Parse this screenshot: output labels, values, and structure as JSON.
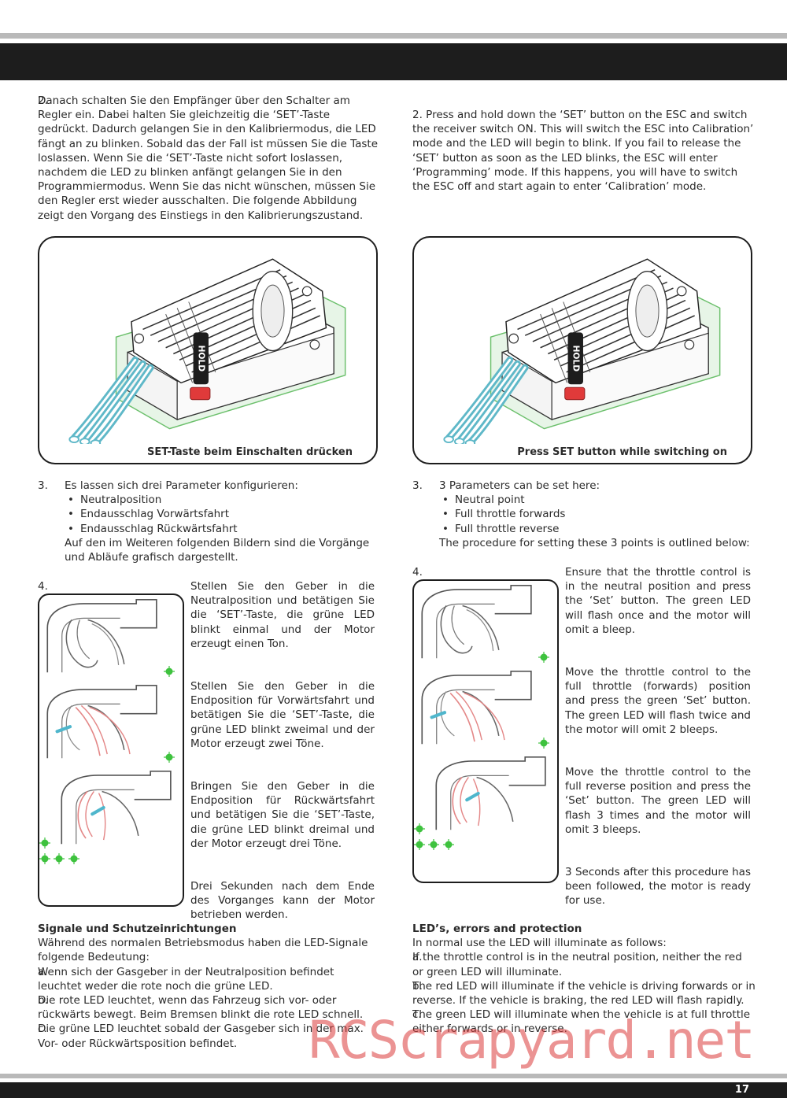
{
  "page": {
    "number": "17"
  },
  "de": {
    "step2": {
      "num": "2.",
      "text": "Danach schalten Sie den Empfänger über den Schalter am Regler ein. Dabei halten Sie gleichzeitig die ‘SET’-Taste gedrückt. Dadurch gelangen Sie in den Kalibriermodus, die LED fängt an zu blinken. Sobald das der Fall ist müssen Sie die Taste loslassen. Wenn Sie die ‘SET’-Taste nicht sofort loslassen, nachdem die LED zu blinken anfängt gelangen Sie in den Programmiermodus. Wenn Sie das nicht wünschen, müssen Sie den Regler erst wieder ausschalten. Die folgende Abbildung zeigt den Vorgang des Einstiegs in den Kalibrierungszustand."
    },
    "figure_caption": "SET-Taste beim Einschalten drücken",
    "step3": {
      "num": "3.",
      "intro": "Es lassen sich drei Parameter konfigurieren:",
      "items": [
        "Neutralposition",
        "Endausschlag Vorwärtsfahrt",
        "Endausschlag Rückwärtsfahrt"
      ],
      "outro": "Auf den im Weiteren folgenden Bildern sind die Vorgänge und Abläufe grafisch dargestellt."
    },
    "step4": {
      "num": "4.",
      "p1": "Stellen Sie den Geber in die Neutralposition und betätigen Sie die ‘SET’-Taste, die grüne LED blinkt einmal und der Motor erzeugt einen Ton.",
      "p2": "Stellen Sie den Geber in die Endposition für Vorwärtsfahrt und betätigen Sie die ‘SET’-Taste, die grüne LED blinkt zweimal und der Motor erzeugt zwei Töne.",
      "p3": "Bringen Sie den Geber in die Endposition für Rückwärtsfahrt und betätigen Sie die ‘SET’-Taste, die grüne LED blinkt dreimal und der Motor erzeugt drei Töne.",
      "p4": "Drei Sekunden nach dem Ende des Vorganges kann der Motor betrieben werden."
    },
    "signals": {
      "title": "Signale und Schutzeinrichtungen",
      "intro": "Während des normalen Betriebsmodus haben die LED-Signale folgende Bedeutung:",
      "items": [
        {
          "letter": "a.",
          "text": "Wenn sich der Gasgeber in der Neutralposition befindet leuchtet weder die rote noch die grüne LED."
        },
        {
          "letter": "b.",
          "text": "Die rote LED leuchtet, wenn das Fahrzeug sich vor- oder rückwärts bewegt. Beim Bremsen blinkt die rote LED schnell."
        },
        {
          "letter": "c.",
          "text": "Die grüne LED leuchtet sobald der Gasgeber sich in der max. Vor- oder Rückwärtsposition befindet."
        }
      ]
    }
  },
  "en": {
    "step2": {
      "text": "2. Press and hold down the ‘SET’ button on the ESC and switch the receiver switch ON. This will switch the ESC into Calibration’ mode and the LED will begin to blink. If you fail to release the ‘SET’ button as soon as the LED blinks, the ESC will enter ‘Programming’ mode. If this happens, you will have to switch the ESC off and start again to enter ‘Calibration’ mode."
    },
    "figure_caption": "Press SET button while switching on",
    "step3": {
      "num": "3.",
      "intro": "3 Parameters can be set here:",
      "items": [
        "Neutral point",
        "Full throttle forwards",
        "Full throttle reverse"
      ],
      "outro": "The procedure for setting these 3 points is outlined below:"
    },
    "step4": {
      "num": "4.",
      "p1": "Ensure that the throttle control is in the neutral position and press the ‘Set’ button. The green LED will flash once and the motor will omit a bleep.",
      "p2": "Move the throttle control to the full throttle (forwards) position and press the green ‘Set’ button. The green LED will flash twice and the motor will omit 2 bleeps.",
      "p3": "Move the throttle control to the full reverse position and press the ‘Set’ button. The green LED will flash 3 times and the motor will omit 3 bleeps.",
      "p4": "3 Seconds after this procedure has been followed, the motor is ready for use."
    },
    "signals": {
      "title": "LED’s, errors and protection",
      "intro": "In normal use the LED will illuminate as follows:",
      "items": [
        {
          "letter": "a.",
          "text": "If the throttle control is in the neutral position, neither the red or green LED will illuminate."
        },
        {
          "letter": "b.",
          "text": "The red LED will illuminate if the vehicle is driving forwards or in reverse. If the vehicle is braking, the red LED will flash rapidly."
        },
        {
          "letter": "c.",
          "text": "The green LED will illuminate when the vehicle is at full throttle either forwards or in reverse."
        }
      ]
    }
  },
  "figure": {
    "button_label": "HOLD"
  },
  "watermark": "RCScrapyard.net",
  "colors": {
    "bar": "#1d1d1d",
    "rule": "#b9b9b9",
    "led_green": "#3ec23e",
    "led_red": "#e03a3a",
    "wire": "#5fb8c8",
    "board": "#7fc77f",
    "trigger_red": "#e48888"
  }
}
